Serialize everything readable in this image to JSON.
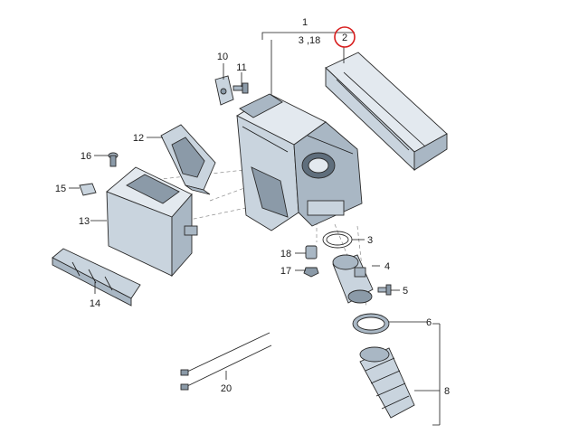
{
  "callouts": {
    "c1": "1",
    "c3_18": "3 ,18",
    "c2": "2",
    "c10": "10",
    "c11": "11",
    "c12": "12",
    "c16": "16",
    "c15": "15",
    "c13": "13",
    "c14": "14",
    "c3": "3",
    "c4": "4",
    "c5": "5",
    "c18": "18",
    "c17": "17",
    "c6": "6",
    "c8": "8",
    "c20": "20"
  },
  "colors": {
    "highlight": "#d81e1e",
    "part_light": "#c9d4de",
    "part_mid": "#a9b7c4",
    "part_dark": "#8b9aa8"
  }
}
